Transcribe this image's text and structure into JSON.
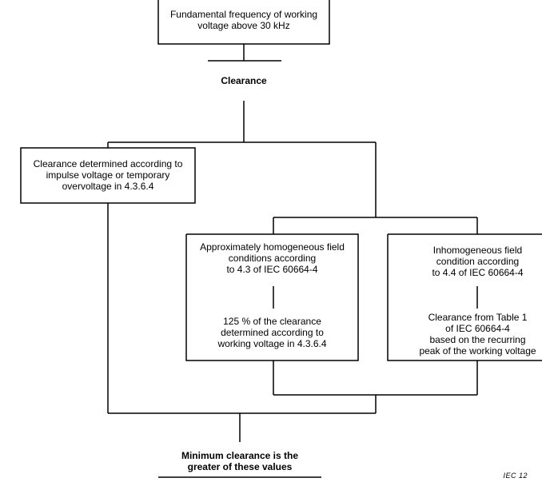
{
  "diagram": {
    "top_box": [
      "Fundamental frequency of working",
      "voltage above 30 kHz"
    ],
    "clearance_label": "Clearance",
    "left_box": [
      "Clearance determined according to",
      "impulse voltage or temporary",
      "overvoltage in 4.3.6.4"
    ],
    "homogeneous_box": [
      "Approximately homogeneous field",
      "conditions according",
      "to 4.3 of IEC 60664-4"
    ],
    "homogeneous_result": [
      "125 % of the clearance",
      "determined according to",
      "working voltage in 4.3.6.4"
    ],
    "inhomogeneous_box": [
      "Inhomogeneous field",
      "condition according",
      "to 4.4 of IEC 60664-4"
    ],
    "inhomogeneous_result": [
      "Clearance from Table 1",
      "of IEC 60664-4",
      "based on the recurring",
      "peak of the working voltage"
    ],
    "result": [
      "Minimum clearance is the",
      "greater of these values"
    ],
    "figure_tag": "IEC   12"
  }
}
